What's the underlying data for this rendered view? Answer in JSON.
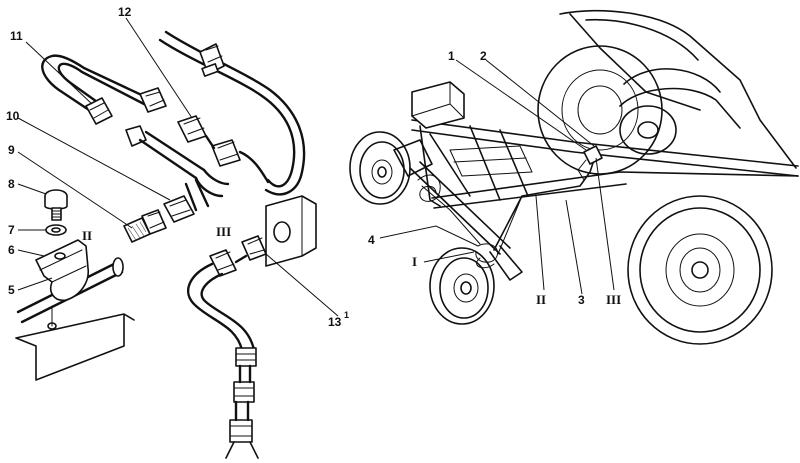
{
  "labels": {
    "n1_left": "1",
    "n2": "2",
    "n3": "3",
    "n4": "4",
    "n5": "5",
    "n6": "6",
    "n7": "7",
    "n8": "8",
    "n9": "9",
    "n10": "10",
    "n11": "11",
    "n12": "12",
    "n13": "13",
    "n13_small": "1"
  },
  "roman_labels": {
    "left_II": "II",
    "left_III": "III",
    "right_I": "I",
    "right_II": "II",
    "right_III": "III"
  }
}
